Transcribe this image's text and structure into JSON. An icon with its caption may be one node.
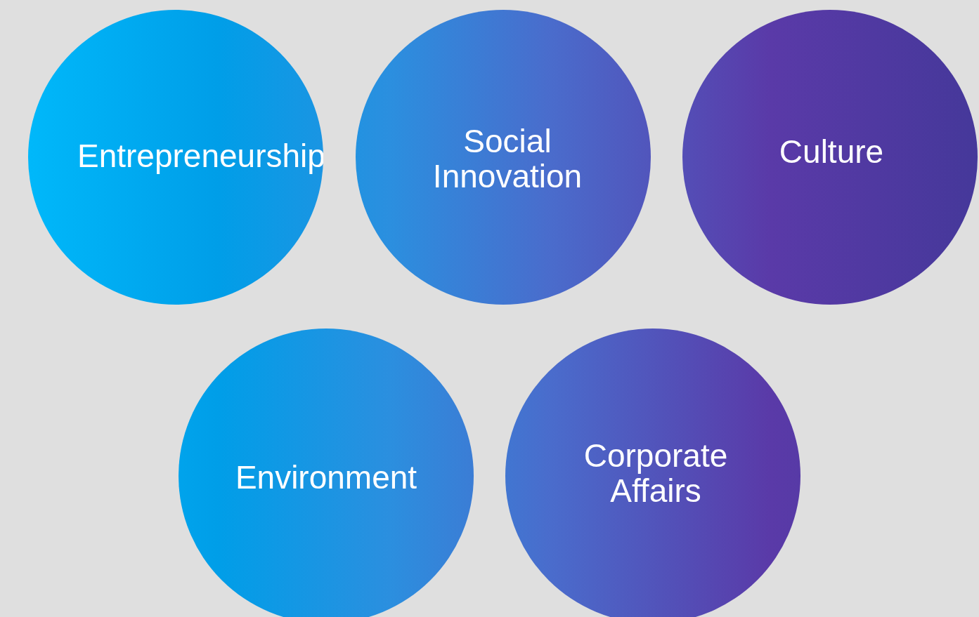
{
  "diagram": {
    "nodes": [
      {
        "text": [
          "Entrepreneurship"
        ]
      },
      {
        "text": [
          "Social Innovation"
        ]
      },
      {
        "text": [
          "Culture"
        ]
      },
      {
        "text": [
          "Environment"
        ]
      },
      {
        "text": [
          "Corporate Affairs"
        ]
      }
    ]
  }
}
